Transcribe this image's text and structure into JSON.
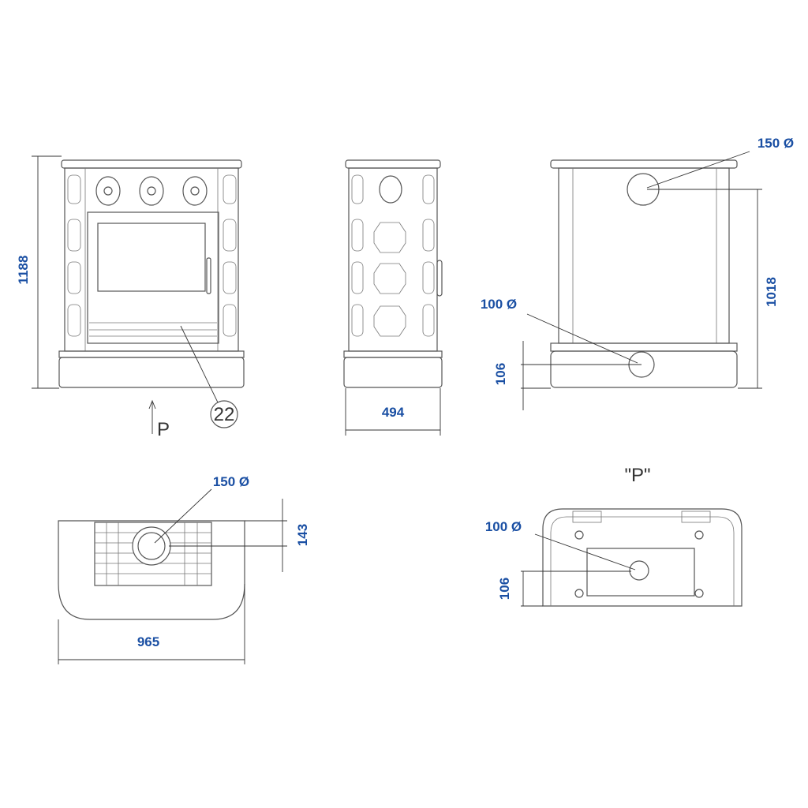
{
  "front_view": {
    "height_label": "1188",
    "callout_number": "22",
    "view_arrow_label": "P"
  },
  "side_view": {
    "depth_label": "494"
  },
  "rear_view": {
    "flue_top_label": "150 Ø",
    "flue_top_height_label": "1018",
    "flue_rear_label": "100 Ø",
    "flue_rear_height_label": "106"
  },
  "top_view": {
    "flue_label": "150 Ø",
    "flue_offset_label": "143",
    "width_label": "965"
  },
  "p_view": {
    "title": "\"P\"",
    "flue_label": "100 Ø",
    "flue_height_label": "106"
  },
  "colors": {
    "dimension_text": "#1a4fa3",
    "line": "#555555"
  }
}
